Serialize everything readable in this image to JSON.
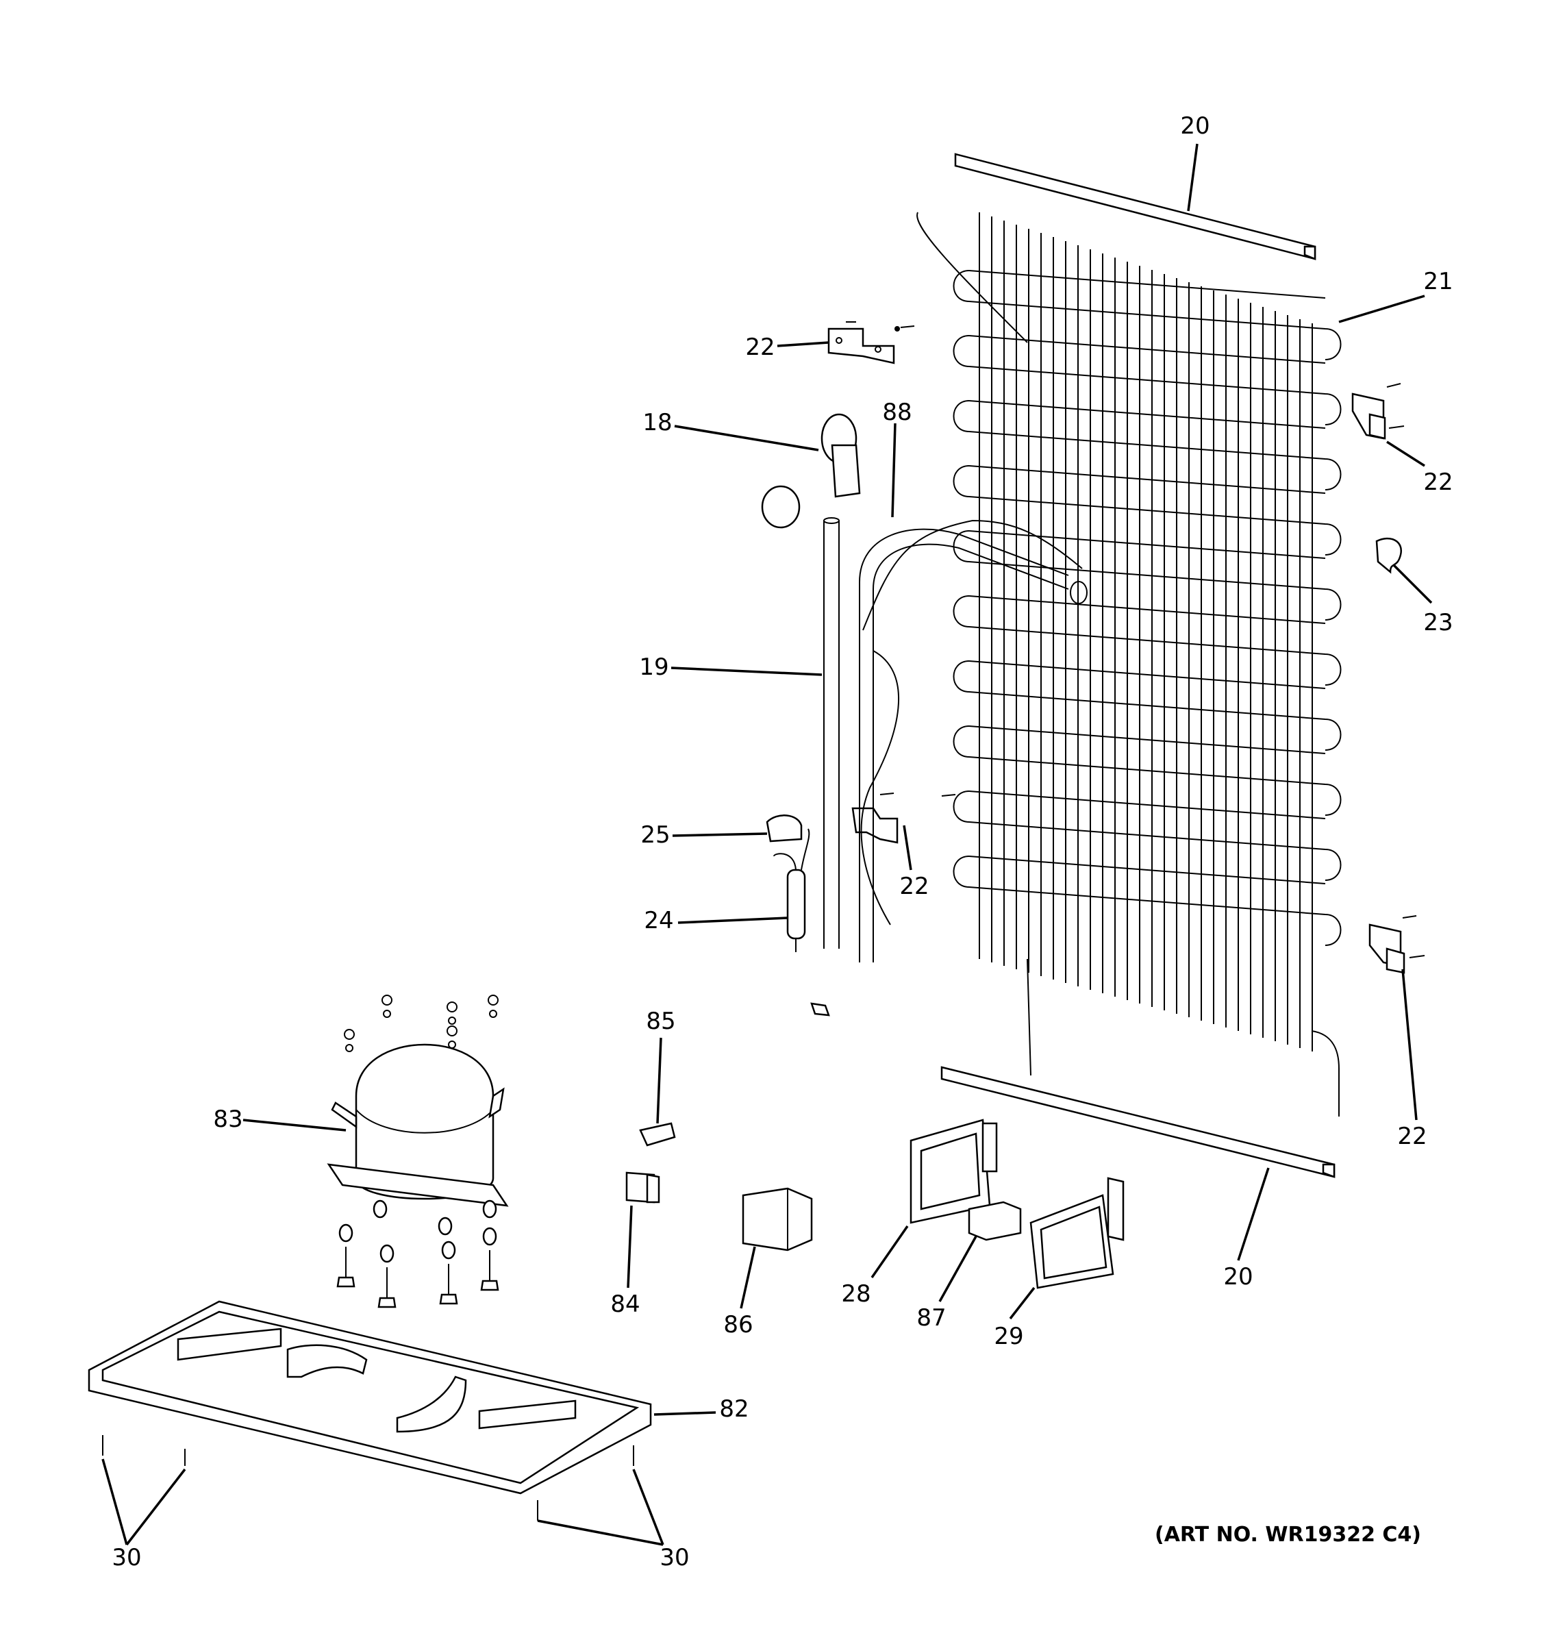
{
  "labels": {
    "l20a": "20",
    "l21": "21",
    "l22a": "22",
    "l22b": "22",
    "l22c": "22",
    "l22d": "22",
    "l18": "18",
    "l88": "88",
    "l23": "23",
    "l19": "19",
    "l25": "25",
    "l24": "24",
    "l85": "85",
    "l83": "83",
    "l84": "84",
    "l86": "86",
    "l28": "28",
    "l87": "87",
    "l29": "29",
    "l20b": "20",
    "l82": "82",
    "l30a": "30",
    "l30b": "30"
  },
  "art_number": "(ART NO. WR19322 C4)"
}
